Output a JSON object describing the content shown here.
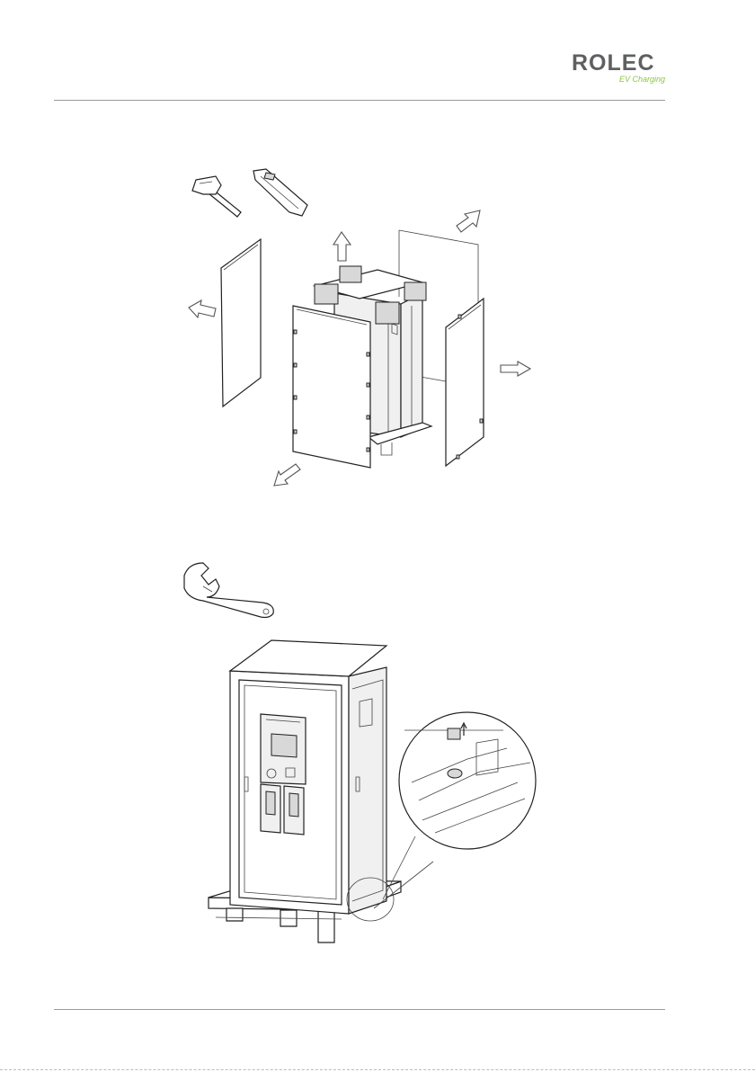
{
  "header": {
    "logo_word": "ROLEC",
    "logo_tagline": "EV Charging",
    "brand_grey": "#5f6062",
    "brand_green": "#8dc63f"
  },
  "illustrations": [
    {
      "name": "unpacking-diagram",
      "icons": [
        "hammer-icon",
        "utility-knife-icon"
      ]
    },
    {
      "name": "pallet-removal-diagram",
      "icons": [
        "adjustable-wrench-icon"
      ]
    }
  ]
}
